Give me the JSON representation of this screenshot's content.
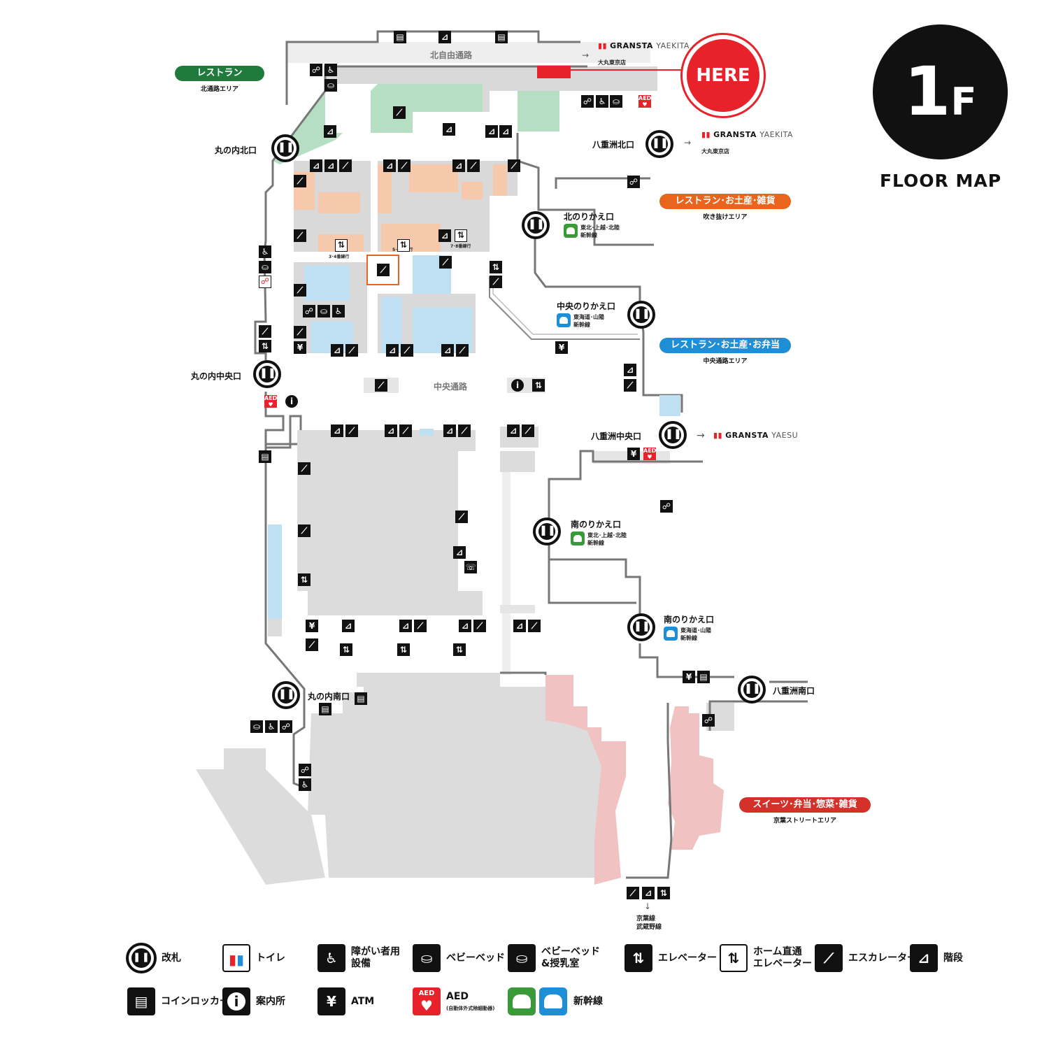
{
  "floor": {
    "number": "1",
    "suffix": "F",
    "caption": "FLOOR MAP"
  },
  "here": "HERE",
  "corridors": {
    "north": "北自由通路",
    "central": "中央通路"
  },
  "areas": {
    "restaurant_north": {
      "title": "レストラン",
      "sub": "北通路エリア",
      "color": "#1f7a3c"
    },
    "fukinuke": {
      "title": "レストラン･お土産･雑貨",
      "sub": "吹き抜けエリア",
      "color": "#e9641d"
    },
    "central": {
      "title": "レストラン･お土産･お弁当",
      "sub": "中央通路エリア",
      "color": "#1e8fd6"
    },
    "keiyo": {
      "title": "スイーツ･弁当･惣菜･雑貨",
      "sub": "京葉ストリートエリア",
      "color": "#d5312b"
    }
  },
  "gates": {
    "marunouchi_north": "丸の内北口",
    "marunouchi_central": "丸の内中央口",
    "marunouchi_south": "丸の内南口",
    "yaesu_north": "八重洲北口",
    "yaesu_central": "八重洲中央口",
    "yaesu_south": "八重洲南口",
    "transfer_north": "北のりかえ口",
    "transfer_central": "中央のりかえ口",
    "transfer_south1": "南のりかえ口",
    "transfer_south2": "南のりかえ口"
  },
  "lines": {
    "tohoku": "東北･上越･北陸",
    "tokaido": "東海道･山陽",
    "shinkansen": "新幹線",
    "keiyo": "京葉線",
    "musashino": "武蔵野線"
  },
  "brands": {
    "gransta": "GRANSTA",
    "yaekita": "YAEKITA",
    "yaesu": "YAESU",
    "daimaru": "大丸東京店"
  },
  "platforms": {
    "p34": "3･4番線行",
    "p56": "5･6番線行",
    "p78": "7･8番線行"
  },
  "legend": [
    {
      "icon": "gate-icon",
      "label": "改札"
    },
    {
      "icon": "toilet-icon",
      "label": "トイレ"
    },
    {
      "icon": "accessible-icon",
      "label": "障がい者用\n設備"
    },
    {
      "icon": "baby-bed-icon",
      "label": "ベビーベッド"
    },
    {
      "icon": "nursing-room-icon",
      "label": "ベビーベッド\n&授乳室"
    },
    {
      "icon": "elevator-icon",
      "label": "エレベーター"
    },
    {
      "icon": "platform-elevator-icon",
      "label": "ホーム直通\nエレベーター"
    },
    {
      "icon": "escalator-icon",
      "label": "エスカレーター"
    },
    {
      "icon": "stairs-icon",
      "label": "階段"
    },
    {
      "icon": "coin-locker-icon",
      "label": "コインロッカー"
    },
    {
      "icon": "info-icon",
      "label": "案内所"
    },
    {
      "icon": "atm-icon",
      "label": "ATM"
    },
    {
      "icon": "aed-icon",
      "label": "AED",
      "sub": "(自動体外式除細動器)"
    },
    {
      "icon": "shinkansen-icon",
      "label": "新幹線"
    }
  ],
  "legend_aed_badge": "AED"
}
